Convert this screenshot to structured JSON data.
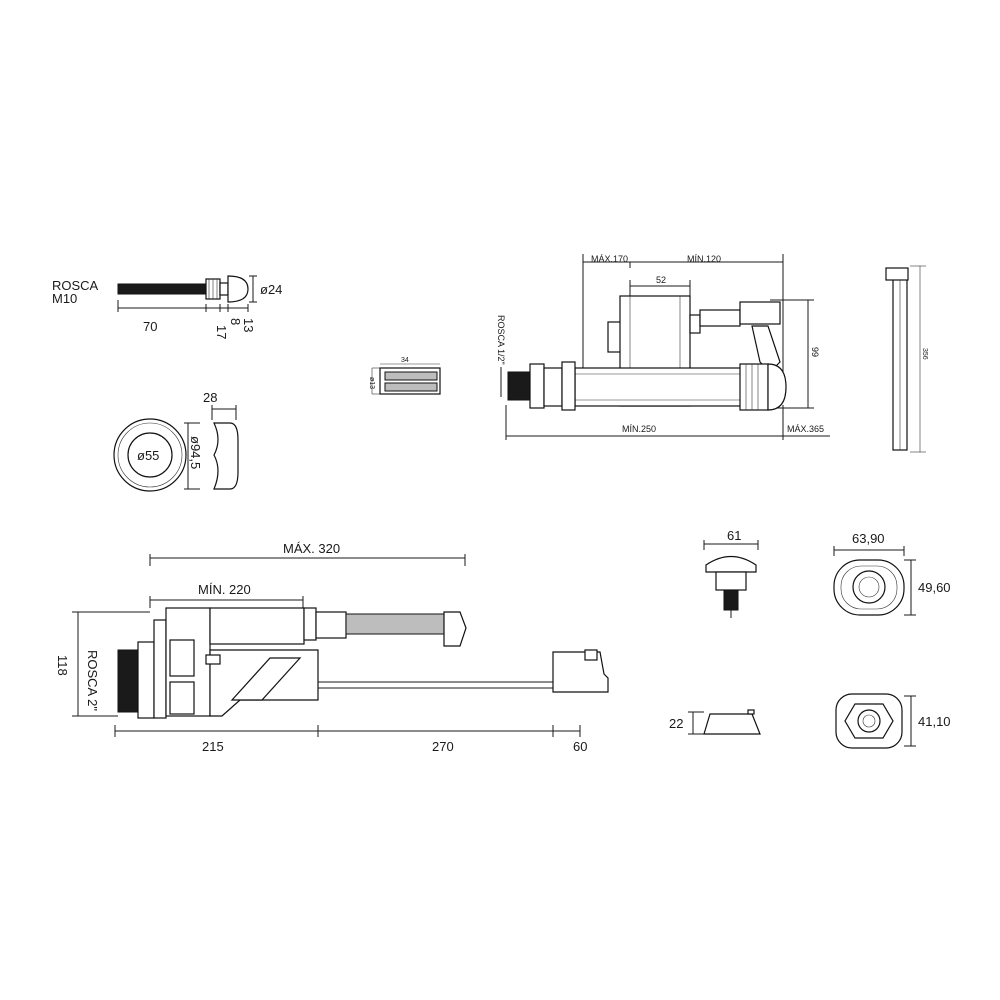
{
  "labels": {
    "rosca_m10_line1": "ROSCA",
    "rosca_m10_line2": "M10",
    "d24": "ø24",
    "l70": "70",
    "l17": "17",
    "l8": "8",
    "l13": "13",
    "l28": "28",
    "d55": "ø55",
    "d94": "ø94,5",
    "f34": "34",
    "f13": "ø13",
    "max170": "MÁX.170",
    "min120": "MÍN.120",
    "v52": "52",
    "rosca_half": "ROSCA 1/2\"",
    "v99": "99",
    "min250": "MÍN.250",
    "max365": "MÁX.365",
    "v356": "356",
    "max320": "MÁX. 320",
    "min220": "MÍN. 220",
    "v118": "118",
    "rosca_2": "ROSCA 2\"",
    "v215": "215",
    "v270": "270",
    "v60": "60",
    "v61": "61",
    "v6390": "63,90",
    "v4960": "49,60",
    "v22": "22",
    "v4110": "41,10"
  }
}
